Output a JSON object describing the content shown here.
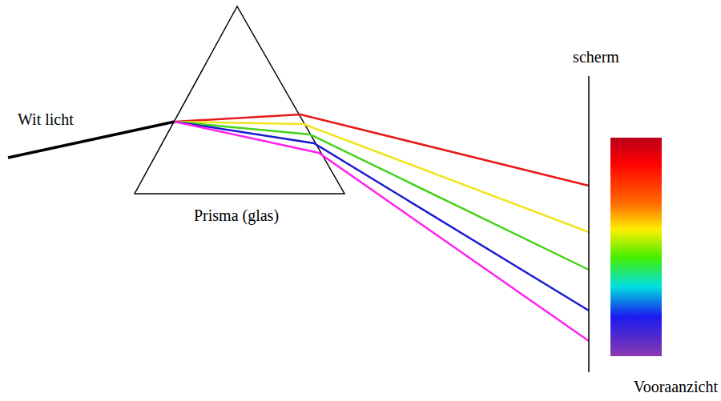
{
  "diagram": {
    "labels": [
      "Wit licht",
      "Prisma (glas)",
      "scherm",
      "Vooraanzicht"
    ]
  }
}
